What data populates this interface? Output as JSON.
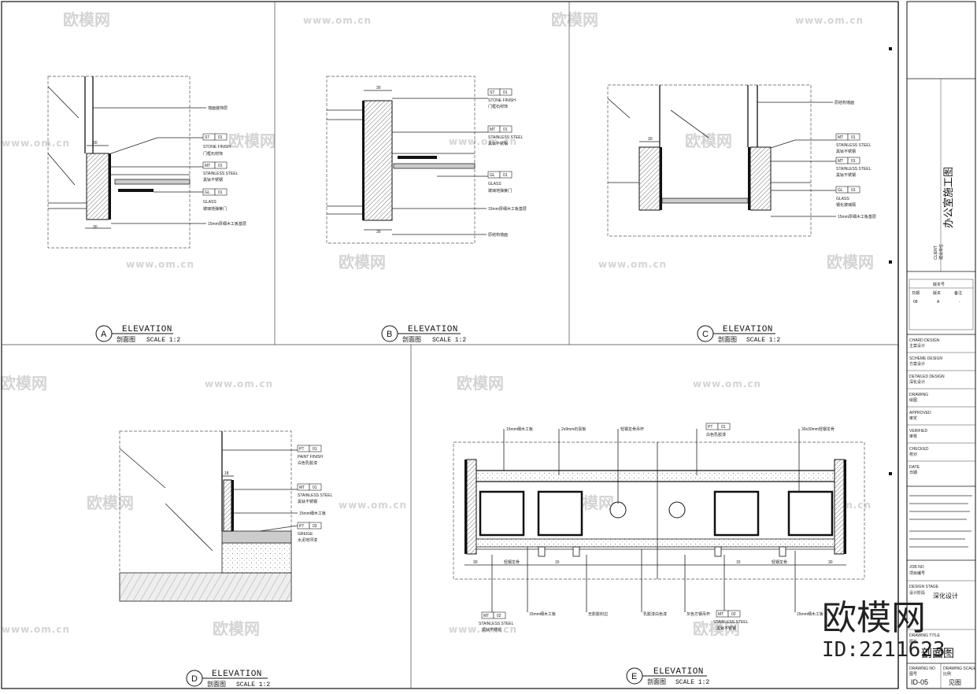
{
  "sheet": {
    "panels": [
      {
        "id": "A",
        "title": "ELEVATION",
        "subtitle": "剖面图",
        "scale": "SCALE 1:2"
      },
      {
        "id": "B",
        "title": "ELEVATION",
        "subtitle": "剖面图",
        "scale": "SCALE 1:2"
      },
      {
        "id": "C",
        "title": "ELEVATION",
        "subtitle": "剖面图",
        "scale": "SCALE 1:2"
      },
      {
        "id": "D",
        "title": "ELEVATION",
        "subtitle": "剖面图",
        "scale": "SCALE 1:2"
      },
      {
        "id": "E",
        "title": "ELEVATION",
        "subtitle": "剖面图",
        "scale": "SCALE 1:2"
      }
    ],
    "tags": {
      "a_st": {
        "code": "ST",
        "num": "01",
        "en": "STONE FINISH",
        "cn": "门框石材饰"
      },
      "a_mt": {
        "code": "MT",
        "num": "01",
        "en": "STAINLESS STEEL",
        "cn": "黑钛不锈钢"
      },
      "a_gl": {
        "code": "GL",
        "num": "01",
        "en": "GLASS",
        "cn": "玻璃地弹簧门"
      },
      "b_st": {
        "code": "ST",
        "num": "01",
        "en": "STONE FINISH",
        "cn": "门框石材饰"
      },
      "b_mt": {
        "code": "MT",
        "num": "01",
        "en": "STAINLESS STEEL",
        "cn": "黑钛不锈钢"
      },
      "b_gl": {
        "code": "GL",
        "num": "01",
        "en": "GLASS",
        "cn": "玻璃地弹簧门"
      },
      "c_mt1": {
        "code": "MT",
        "num": "01",
        "en": "STAINLESS STEEL",
        "cn": "黑钛不锈钢"
      },
      "c_mt2": {
        "code": "MT",
        "num": "01",
        "en": "STAINLESS STEEL",
        "cn": "黑钛不锈钢"
      },
      "c_gl": {
        "code": "GL",
        "num": "01",
        "en": "GLASS",
        "cn": "钢化玻璃隔"
      },
      "d_pt": {
        "code": "PT",
        "num": "01",
        "en": "PAINT FINISH",
        "cn": "白色乳胶漆"
      },
      "d_mt": {
        "code": "MT",
        "num": "01",
        "en": "STAINLESS STEEL",
        "cn": "黑钛不锈钢"
      },
      "d_pt3": {
        "code": "PT",
        "num": "03",
        "en": "GREIGE",
        "cn": "水泥地坪漆"
      },
      "e_pt": {
        "code": "PT",
        "num": "01",
        "cn": "白色乳胶漆"
      },
      "e_mt1": {
        "code": "MT",
        "num": "02",
        "en": "STAINLESS STEEL",
        "cn": "黑钛不锈钢"
      },
      "e_mt2": {
        "code": "MT",
        "num": "02",
        "en": "STAINLESS STEEL",
        "cn": "黑钛不锈钢"
      }
    },
    "notes": {
      "a_top": "墙面装饰层",
      "a_bot": "15mm厚细木工板基层",
      "b_bot1": "15mm厚细木工板基层",
      "b_bot2": "原结构墙面",
      "c_top": "原结构墙面",
      "c_bot": "15mm厚细木工板基层",
      "d_mid": "15mm细木工板",
      "e_n1": "15mm细木工板",
      "e_n2": "2x9mm石膏板",
      "e_n3": "轻钢龙骨吊杆",
      "e_n4": "30x30mm轻钢龙骨",
      "e_b1": "15mm细木工板",
      "e_b2": "无影胶封边",
      "e_b3": "乳胶漆白色漆",
      "e_b4": "灰色方钢吊杆",
      "e_b5": "15mm细木工板",
      "e_m1": "轻钢龙骨",
      "e_m2": "轻钢龙骨"
    },
    "dims": {
      "a_w": "30",
      "a_h": "30",
      "b_w": "30",
      "b_bot": "30",
      "c_w": "30",
      "d_w": "18",
      "e_l": "30",
      "e_mid": "15",
      "e_r": "30"
    }
  },
  "title_block": {
    "project_cn": "办公室施工图",
    "client_label": "CLIENT",
    "client_cn": "建设单位",
    "revision_header": "版本号",
    "revision_cols": [
      "日期",
      "版本",
      "备注"
    ],
    "revision_row": [
      "08",
      "A",
      "-"
    ],
    "fields": [
      {
        "en": "CHARD DESIGN",
        "cn": "主案设计"
      },
      {
        "en": "SCHEME DESIGN",
        "cn": "方案设计"
      },
      {
        "en": "DETAILED DESIGN",
        "cn": "深化设计"
      },
      {
        "en": "DRAWING",
        "cn": "绘图"
      },
      {
        "en": "APPROVED",
        "cn": "审定"
      },
      {
        "en": "VERIFIED",
        "cn": "审核"
      },
      {
        "en": "CHECKED",
        "cn": "校对"
      },
      {
        "en": "DATE",
        "cn": "日期"
      }
    ],
    "job_no_label": "JOB NO",
    "job_no_cn": "项目编号",
    "design_stage_label": "DESIGN STAGE",
    "design_stage_cn": "设计阶段",
    "design_stage_value": "深化设计",
    "drawing_title_label": "DRAWING TITLE",
    "drawing_title_cn": "图名",
    "drawing_title_value": "剖面图",
    "drawing_no_label": "DRAWING NO",
    "drawing_no_cn": "图号",
    "drawing_no_value": "ID-05",
    "drawing_scale_label": "DRAWING SCALE",
    "drawing_scale_cn": "比例",
    "drawing_scale_value": "见图"
  },
  "watermarks": {
    "brand": "欧模网",
    "url": "www.om.cn",
    "id": "ID:2211623"
  }
}
